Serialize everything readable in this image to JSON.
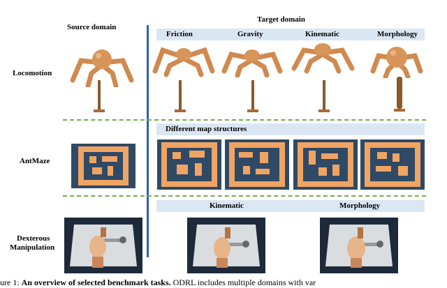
{
  "figure": {
    "top_clip": "",
    "source_domain": "Source domain",
    "target_domain": "Target domain",
    "columns": [
      "Friction",
      "Gravity",
      "Kinematic",
      "Morphology"
    ],
    "rows": [
      "Locomotion",
      "AntMaze",
      "Dexterous",
      "Manipulation"
    ],
    "antmaze_bar": "Different map structures",
    "dex_columns": [
      "Kinematic",
      "Morphology"
    ],
    "caption_prefix": "ure 1: ",
    "caption_bold": "An overview of selected benchmark tasks.",
    "caption_rest": " ODRL includes multiple domains with var"
  },
  "colors": {
    "divider": "#2f5fb3",
    "header_bar": "#dbe6f3",
    "dashed_line": "#6fae4a",
    "ant_body": "#d8955a",
    "maze_wall": "#f0a463",
    "maze_floor": "#2f4a66"
  }
}
